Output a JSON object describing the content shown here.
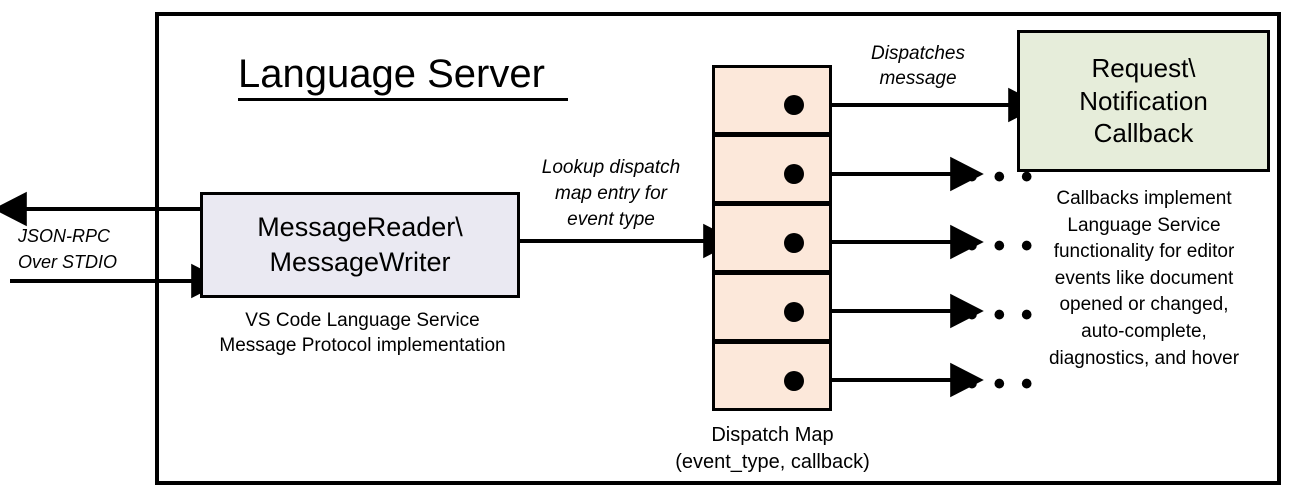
{
  "diagram": {
    "title": "Language Server",
    "outer_border_color": "#000000"
  },
  "message_io": {
    "label_line1": "MessageReader\\",
    "label_line2": "MessageWriter",
    "fill": "#eae9f2",
    "caption_line1": "VS Code Language Service",
    "caption_line2": "Message Protocol implementation"
  },
  "transport": {
    "label_line1": "JSON-RPC",
    "label_line2": "Over STDIO"
  },
  "lookup": {
    "label_line1": "Lookup dispatch",
    "label_line2": "map entry for",
    "label_line3": "event type"
  },
  "dispatch_map": {
    "fill": "#fce8da",
    "caption_line1": "Dispatch Map",
    "caption_line2": "(event_type, callback)",
    "rows": [
      {
        "index": 1,
        "ellipsis": ""
      },
      {
        "index": 2,
        "ellipsis": "• • •"
      },
      {
        "index": 3,
        "ellipsis": "• • •"
      },
      {
        "index": 4,
        "ellipsis": "• • •"
      },
      {
        "index": 5,
        "ellipsis": "• • •"
      }
    ]
  },
  "dispatches": {
    "label_line1": "Dispatches",
    "label_line2": "message"
  },
  "callback": {
    "fill": "#e6edda",
    "label_line1": "Request\\",
    "label_line2": "Notification",
    "label_line3": "Callback",
    "caption_line1": "Callbacks implement",
    "caption_line2": "Language Service",
    "caption_line3": "functionality for editor",
    "caption_line4": "events like document",
    "caption_line5": "opened or changed,",
    "caption_line6": "auto-complete,",
    "caption_line7": "diagnostics, and hover"
  }
}
